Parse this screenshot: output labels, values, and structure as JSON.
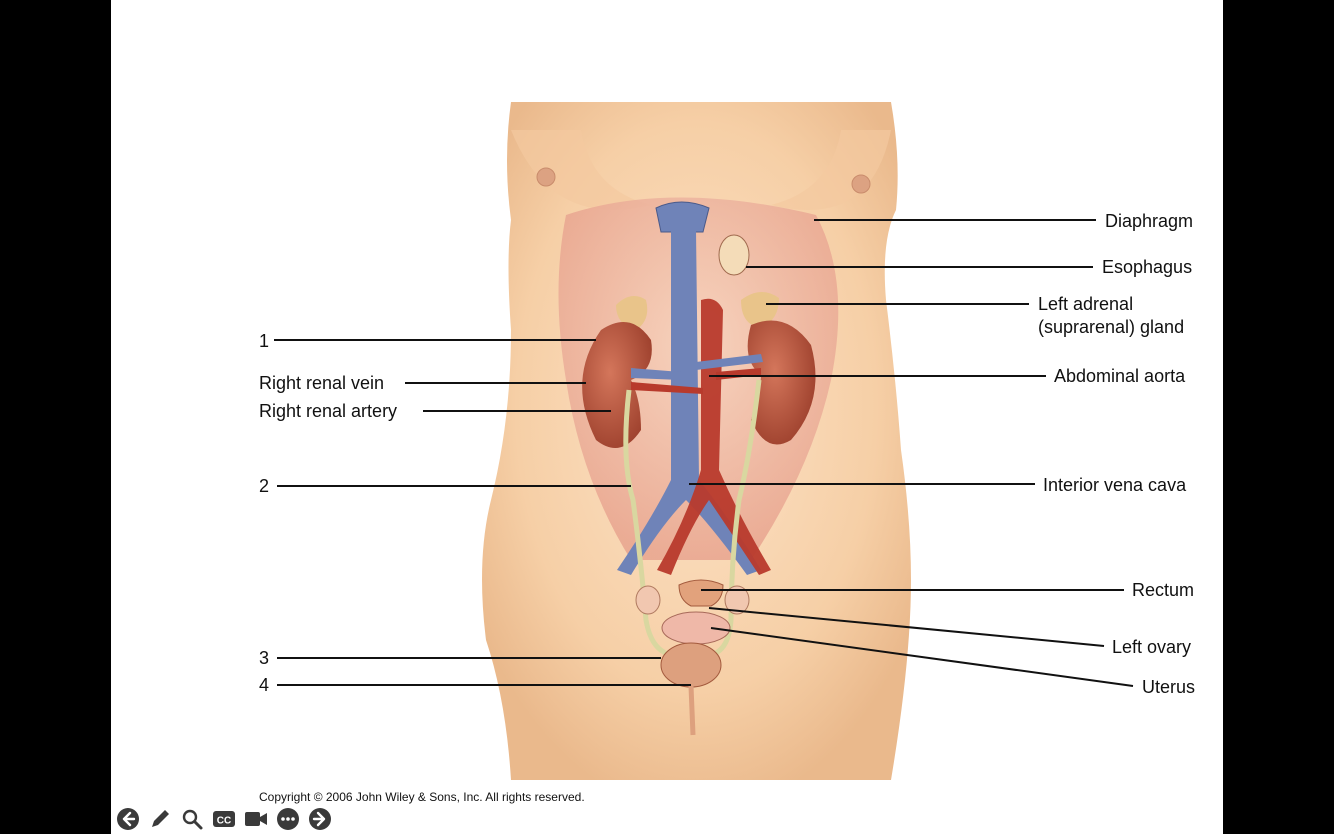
{
  "labels": {
    "diaphragm": "Diaphragm",
    "esophagus": "Esophagus",
    "left_adrenal_line1": "Left adrenal",
    "left_adrenal_line2": "(suprarenal) gland",
    "abdominal_aorta": "Abdominal aorta",
    "inferior_vena_cava": "Interior vena cava",
    "rectum": "Rectum",
    "left_ovary": "Left ovary",
    "uterus": "Uterus",
    "num1": "1",
    "right_renal_vein": "Right renal vein",
    "right_renal_artery": "Right renal artery",
    "num2": "2",
    "num3": "3",
    "num4": "4"
  },
  "copyright": "Copyright © 2006 John Wiley & Sons, Inc.  All rights reserved.",
  "toolbar": {
    "icons": [
      "back-arrow-icon",
      "pen-icon",
      "magnifier-icon",
      "closed-caption-icon",
      "video-camera-icon",
      "more-icon",
      "forward-arrow-icon"
    ],
    "cc_text": "CC"
  },
  "colors": {
    "skin": "#f6cfa6",
    "kidney": "#b5513a",
    "vena_cava": "#6f83b8",
    "aorta": "#b83a2c",
    "ureter": "#d9d7a0",
    "adrenal": "#e9c48a",
    "bladder": "#dda07e"
  }
}
